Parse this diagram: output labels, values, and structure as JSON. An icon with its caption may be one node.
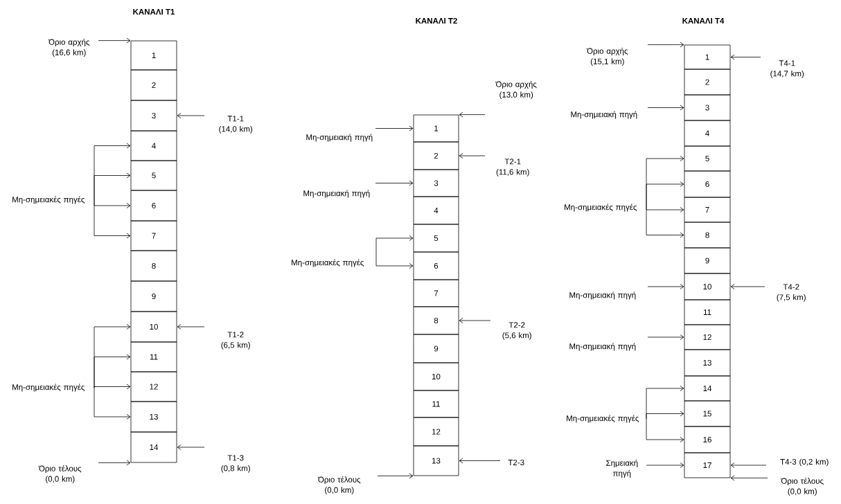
{
  "diagram": {
    "nodes": [
      {
        "text": [
          "1"
        ]
      },
      {
        "text": [
          "2"
        ]
      },
      {
        "text": [
          "3"
        ]
      },
      {
        "text": [
          "4"
        ]
      },
      {
        "text": [
          "5"
        ]
      },
      {
        "text": [
          "6"
        ]
      },
      {
        "text": [
          "7"
        ]
      },
      {
        "text": [
          "8"
        ]
      },
      {
        "text": [
          "9"
        ]
      },
      {
        "text": [
          "10"
        ]
      },
      {
        "text": [
          "11"
        ]
      },
      {
        "text": [
          "12"
        ]
      },
      {
        "text": [
          "13"
        ]
      },
      {
        "text": [
          "14"
        ]
      },
      {
        "text": [
          "Όριο αρχής",
          "(16,6 km)"
        ]
      },
      {
        "text": [
          "T1-1",
          "(14,0 km)"
        ]
      },
      {
        "text": [
          "Μη-σημειακές πηγές"
        ]
      },
      {
        "text": [
          "T1-2",
          "(6,5 km)"
        ]
      },
      {
        "text": [
          "Μη-σημειακές πηγές"
        ]
      },
      {
        "text": [
          "T1-3",
          "(0,8 km)"
        ]
      },
      {
        "text": [
          "Όριο τέλους",
          "(0,0 km)"
        ]
      },
      {
        "text": [
          "1"
        ]
      },
      {
        "text": [
          "2"
        ]
      },
      {
        "text": [
          "3"
        ]
      },
      {
        "text": [
          "4"
        ]
      },
      {
        "text": [
          "5"
        ]
      },
      {
        "text": [
          "6"
        ]
      },
      {
        "text": [
          "7"
        ]
      },
      {
        "text": [
          "8"
        ]
      },
      {
        "text": [
          "9"
        ]
      },
      {
        "text": [
          "10"
        ]
      },
      {
        "text": [
          "11"
        ]
      },
      {
        "text": [
          "12"
        ]
      },
      {
        "text": [
          "13"
        ]
      },
      {
        "text": [
          "Όριο αρχής",
          "(13,0 km)"
        ]
      },
      {
        "text": [
          "Μη-σημειακή πηγή"
        ]
      },
      {
        "text": [
          "T2-1",
          "(11,6 km)"
        ]
      },
      {
        "text": [
          "Μη-σημειακή πηγή"
        ]
      },
      {
        "text": [
          "Μη-σημειακές πηγές"
        ]
      },
      {
        "text": [
          "T2-2",
          "(5,6 km)"
        ]
      },
      {
        "text": [
          "T2-3"
        ]
      },
      {
        "text": [
          "Όριο τέλους",
          "(0,0 km)"
        ]
      },
      {
        "text": [
          "1"
        ]
      },
      {
        "text": [
          "2"
        ]
      },
      {
        "text": [
          "3"
        ]
      },
      {
        "text": [
          "4"
        ]
      },
      {
        "text": [
          "5"
        ]
      },
      {
        "text": [
          "6"
        ]
      },
      {
        "text": [
          "7"
        ]
      },
      {
        "text": [
          "8"
        ]
      },
      {
        "text": [
          "9"
        ]
      },
      {
        "text": [
          "10"
        ]
      },
      {
        "text": [
          "11"
        ]
      },
      {
        "text": [
          "12"
        ]
      },
      {
        "text": [
          "13"
        ]
      },
      {
        "text": [
          "14"
        ]
      },
      {
        "text": [
          "15"
        ]
      },
      {
        "text": [
          "16"
        ]
      },
      {
        "text": [
          "17"
        ]
      },
      {
        "text": [
          "Όριο αρχής",
          "(15,1 km)"
        ]
      },
      {
        "text": [
          "T4-1",
          "(14,7 km)"
        ]
      },
      {
        "text": [
          "Μη-σημειακή πηγή"
        ]
      },
      {
        "text": [
          "Μη-σημειακές πηγές"
        ]
      },
      {
        "text": [
          "Μη-σημειακή πηγή"
        ]
      },
      {
        "text": [
          "T4-2",
          "(7,5 km)"
        ]
      },
      {
        "text": [
          "Μη-σημειακή πηγή"
        ]
      },
      {
        "text": [
          "Μη-σημειακές πηγές"
        ]
      },
      {
        "text": [
          "Σημειακή πηγή"
        ]
      },
      {
        "text": [
          "T4-3",
          "(0,2 km)"
        ]
      },
      {
        "text": [
          "Όριο τέλους",
          "(0,0 km)"
        ]
      }
    ],
    "edges": [
      {
        "from": 14,
        "to": 0,
        "arrow": "to"
      },
      {
        "from": 15,
        "to": 2,
        "arrow": "to"
      },
      {
        "from": 16,
        "to": 3,
        "arrow": "to"
      },
      {
        "from": 16,
        "to": 4,
        "arrow": "to"
      },
      {
        "from": 16,
        "to": 5,
        "arrow": "to"
      },
      {
        "from": 16,
        "to": 6,
        "arrow": "to"
      },
      {
        "from": 17,
        "to": 9,
        "arrow": "to"
      },
      {
        "from": 18,
        "to": 9,
        "arrow": "to"
      },
      {
        "from": 18,
        "to": 10,
        "arrow": "to"
      },
      {
        "from": 18,
        "to": 11,
        "arrow": "to"
      },
      {
        "from": 18,
        "to": 12,
        "arrow": "to"
      },
      {
        "from": 19,
        "to": 13,
        "arrow": "to"
      },
      {
        "from": 20,
        "to": 13,
        "arrow": "to"
      },
      {
        "from": 34,
        "to": 21,
        "arrow": "to"
      },
      {
        "from": 35,
        "to": 21,
        "arrow": "to"
      },
      {
        "from": 36,
        "to": 22,
        "arrow": "to"
      },
      {
        "from": 37,
        "to": 23,
        "arrow": "to"
      },
      {
        "from": 38,
        "to": 25,
        "arrow": "to"
      },
      {
        "from": 38,
        "to": 26,
        "arrow": "to"
      },
      {
        "from": 39,
        "to": 28,
        "arrow": "to"
      },
      {
        "from": 40,
        "to": 33,
        "arrow": "to"
      },
      {
        "from": 41,
        "to": 33,
        "arrow": "to"
      },
      {
        "from": 59,
        "to": 42,
        "arrow": "to"
      },
      {
        "from": 60,
        "to": 42,
        "arrow": "to"
      },
      {
        "from": 61,
        "to": 44,
        "arrow": "to"
      },
      {
        "from": 62,
        "to": 46,
        "arrow": "to"
      },
      {
        "from": 62,
        "to": 47,
        "arrow": "to"
      },
      {
        "from": 62,
        "to": 48,
        "arrow": "to"
      },
      {
        "from": 62,
        "to": 49,
        "arrow": "to"
      },
      {
        "from": 63,
        "to": 51,
        "arrow": "to"
      },
      {
        "from": 64,
        "to": 51,
        "arrow": "to"
      },
      {
        "from": 65,
        "to": 53,
        "arrow": "to"
      },
      {
        "from": 66,
        "to": 55,
        "arrow": "to"
      },
      {
        "from": 66,
        "to": 56,
        "arrow": "to"
      },
      {
        "from": 66,
        "to": 57,
        "arrow": "to"
      },
      {
        "from": 67,
        "to": 58,
        "arrow": "to"
      },
      {
        "from": 68,
        "to": 58,
        "arrow": "to"
      },
      {
        "from": 69,
        "to": 58,
        "arrow": "to"
      }
    ],
    "labels": [
      "ΚΑΝΑΛΙ Τ1",
      "ΚΑΝΑΛΙ Τ2",
      "ΚΑΝΑΛΙ Τ4"
    ]
  }
}
